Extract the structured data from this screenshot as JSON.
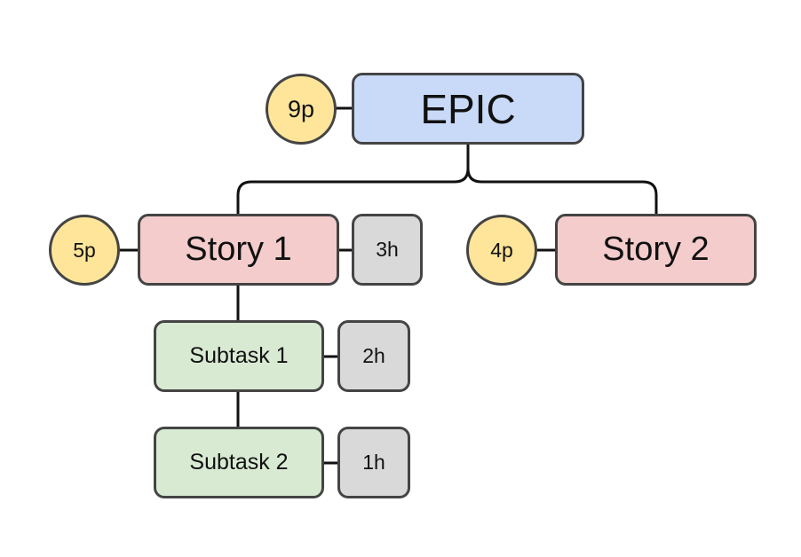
{
  "colors": {
    "epic_fill": "#c9daf8",
    "story_fill": "#f4cccc",
    "subtask_fill": "#d9ead3",
    "estimate_fill": "#d9d9d9",
    "points_fill": "#ffe599",
    "outline": "#444444"
  },
  "epic": {
    "label": "EPIC",
    "points": "9p"
  },
  "stories": [
    {
      "label": "Story 1",
      "points": "5p",
      "estimate": "3h"
    },
    {
      "label": "Story 2",
      "points": "4p"
    }
  ],
  "subtasks": [
    {
      "label": "Subtask 1",
      "estimate": "2h"
    },
    {
      "label": "Subtask 2",
      "estimate": "1h"
    }
  ]
}
